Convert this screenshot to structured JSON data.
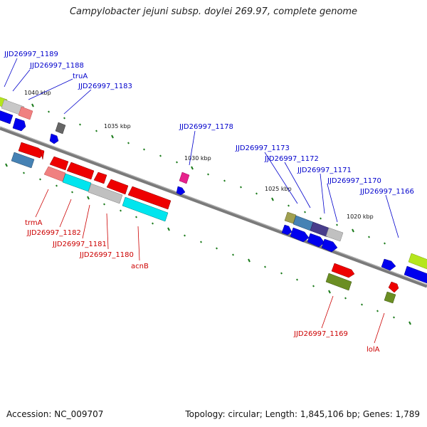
{
  "title": "Campylobacter jejuni subsp. doylei 269.97, complete genome",
  "footer": {
    "accession": "Accession: NC_009707",
    "summary": "Topology: circular; Length: 1,845,106 bp; Genes: 1,789"
  },
  "ruler": {
    "labels": [
      "1040 kbp",
      "1035 kbp",
      "1030 kbp",
      "1025 kbp",
      "1020 kbp"
    ],
    "tick_color": "#1a7a1a"
  },
  "genes_forward_labels": [
    "JJD26997_1189",
    "JJD26997_1188",
    "truA",
    "JJD26997_1183",
    "JJD26997_1178",
    "JJD26997_1173",
    "JJD26997_1172",
    "JJD26997_1171",
    "JJD26997_1170",
    "JJD26997_1166"
  ],
  "genes_reverse_labels": [
    "trmA",
    "JJD26997_1182",
    "JJD26997_1181",
    "JJD26997_1180",
    "acnB",
    "JJD26997_1169",
    "lolA"
  ],
  "colors": {
    "forward_label": "#0000cc",
    "reverse_label": "#cc0000",
    "backbone": "#777777",
    "cds_forward": "#0000ff",
    "cds_reverse": "#ff0000"
  }
}
